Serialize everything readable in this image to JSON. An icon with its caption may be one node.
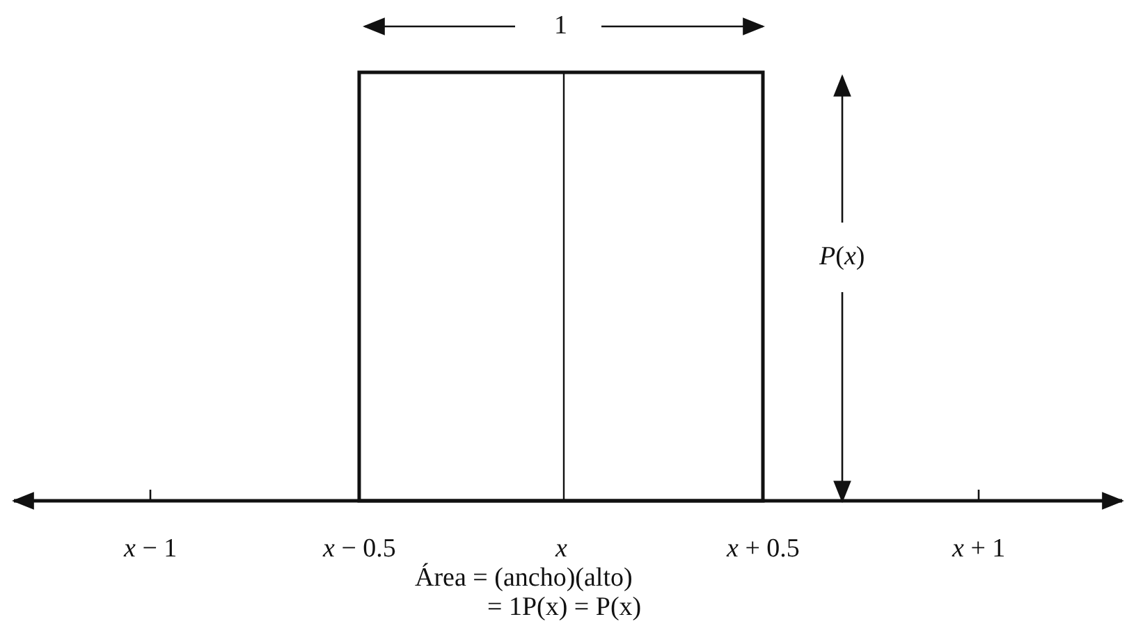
{
  "diagram": {
    "labels": [
      "1",
      "*P*(*x*)",
      "*x* − 1",
      "*x* − 0.5",
      "*x*",
      "*x* + 0.5",
      "*x* + 1",
      "Área = (ancho)(alto)",
      "= 1P(x) = P(x)"
    ]
  }
}
